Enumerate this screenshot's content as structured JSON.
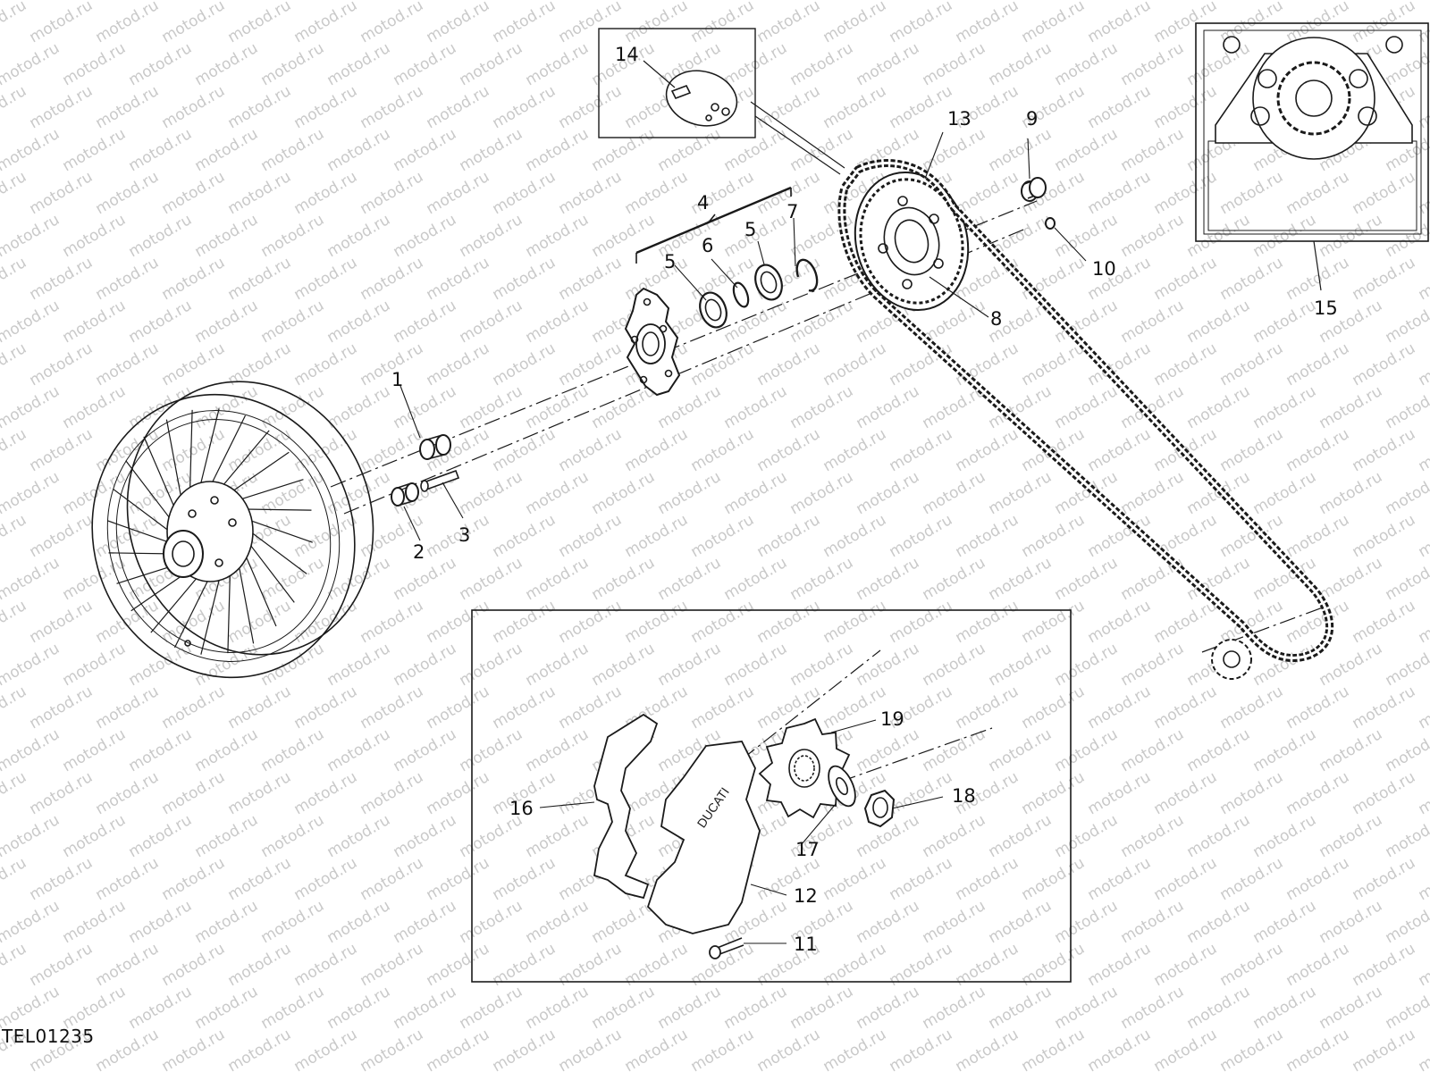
{
  "drawing_code": "TEL01235",
  "watermark": "motod.ru",
  "callouts": [
    {
      "id": "1",
      "label": "1"
    },
    {
      "id": "2",
      "label": "2"
    },
    {
      "id": "3",
      "label": "3"
    },
    {
      "id": "4",
      "label": "4"
    },
    {
      "id": "5a",
      "label": "5"
    },
    {
      "id": "5b",
      "label": "5"
    },
    {
      "id": "6",
      "label": "6"
    },
    {
      "id": "7",
      "label": "7"
    },
    {
      "id": "8",
      "label": "8"
    },
    {
      "id": "9",
      "label": "9"
    },
    {
      "id": "10",
      "label": "10"
    },
    {
      "id": "11",
      "label": "11"
    },
    {
      "id": "12",
      "label": "12"
    },
    {
      "id": "13",
      "label": "13"
    },
    {
      "id": "14",
      "label": "14"
    },
    {
      "id": "15",
      "label": "15"
    },
    {
      "id": "16",
      "label": "16"
    },
    {
      "id": "17",
      "label": "17"
    },
    {
      "id": "18",
      "label": "18"
    },
    {
      "id": "19",
      "label": "19"
    }
  ],
  "colors": {
    "line": "#1a1a1a",
    "watermark": "#c9c9c9",
    "background": "#ffffff"
  }
}
